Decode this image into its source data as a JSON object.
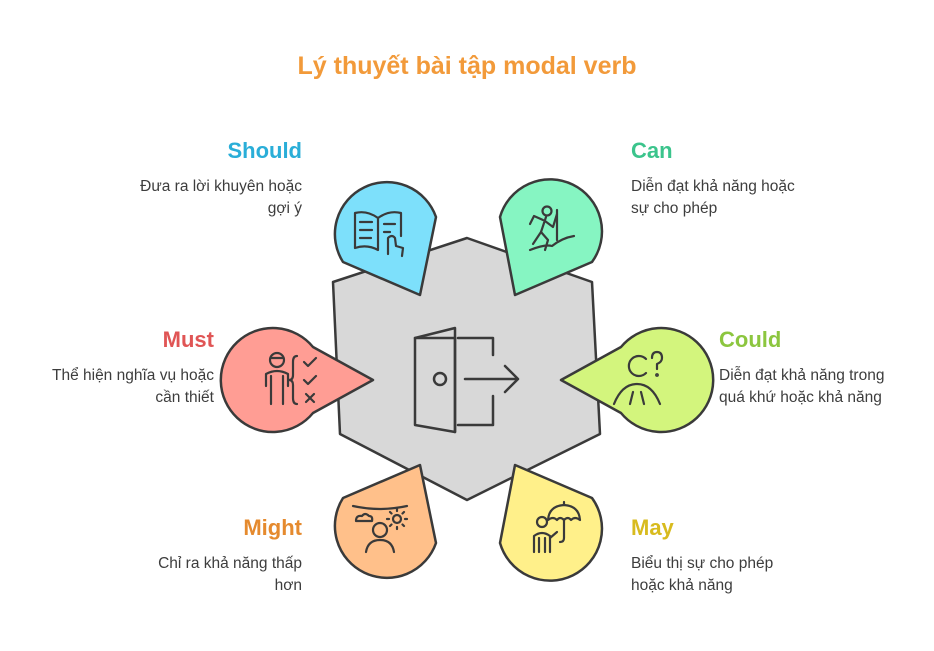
{
  "title": "Lý thuyết bài tập modal verb",
  "center_icon": "exit-door-icon",
  "items": [
    {
      "id": "should",
      "heading": "Should",
      "lines": [
        "Đưa ra lời khuyên hoặc",
        "gợi ý"
      ],
      "color": "#2aaed8",
      "fill": "#7de0fb",
      "icon": "reading-book-icon"
    },
    {
      "id": "can",
      "heading": "Can",
      "lines": [
        "Diễn đạt khả năng hoặc",
        "sự cho phép"
      ],
      "color": "#3bc48c",
      "fill": "#86f5c2",
      "icon": "climber-icon"
    },
    {
      "id": "must",
      "heading": "Must",
      "lines": [
        "Thể hiện nghĩa vụ hoặc",
        "cần thiết"
      ],
      "color": "#e05555",
      "fill": "#ff9d94",
      "icon": "person-checklist-icon"
    },
    {
      "id": "could",
      "heading": "Could",
      "lines": [
        "Diễn đạt khả năng trong",
        "quá khứ hoặc khả năng"
      ],
      "color": "#8cc63f",
      "fill": "#d3f57d",
      "icon": "person-question-icon"
    },
    {
      "id": "might",
      "heading": "Might",
      "lines": [
        "Chỉ ra khả năng thấp",
        "hơn"
      ],
      "color": "#e58a2e",
      "fill": "#ffc08a",
      "icon": "weather-person-icon"
    },
    {
      "id": "may",
      "heading": "May",
      "lines": [
        "Biểu thị sự cho phép",
        "hoặc khả năng"
      ],
      "color": "#d8bb1e",
      "fill": "#fff08a",
      "icon": "person-umbrella-icon"
    }
  ]
}
